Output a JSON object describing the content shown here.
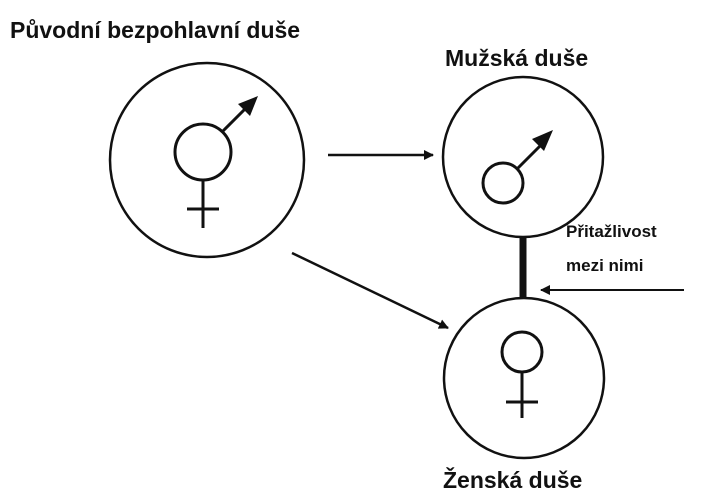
{
  "labels": {
    "original_soul": "Původní bezpohlavní duše",
    "male_soul": "Mužská duše",
    "female_soul": "Ženská duše",
    "attraction_line1": "Přitažlivost",
    "attraction_line2": "mezi nimi"
  },
  "colors": {
    "ink": "#111111",
    "background": "#ffffff"
  },
  "icons": {
    "original_soul": "male-and-female-combined-symbol",
    "male_soul": "male-symbol",
    "female_soul": "female-symbol"
  }
}
